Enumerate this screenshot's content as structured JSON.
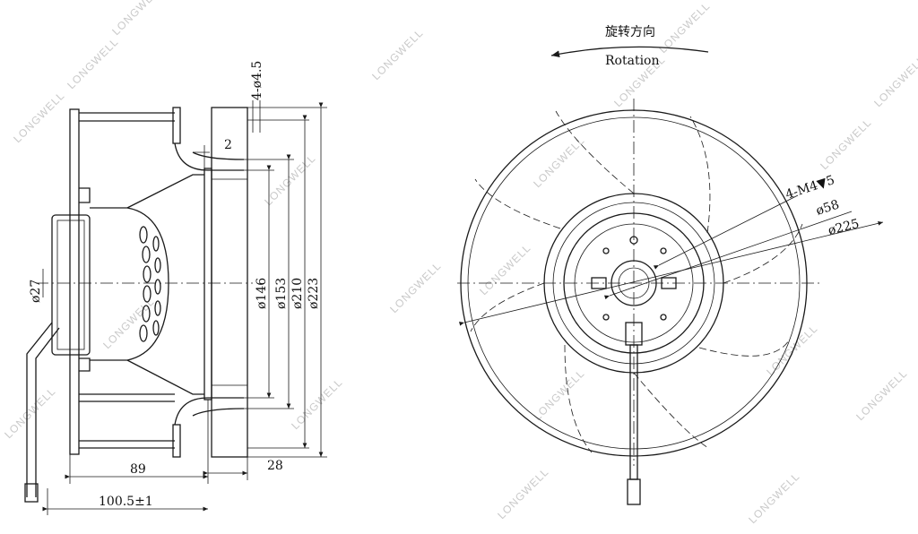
{
  "watermark": "LONGWELL",
  "side_view": {
    "dim_hole": "4-ø4.5",
    "dim_2": "2",
    "dim_27": "ø27",
    "dim_146": "ø146",
    "dim_153": "ø153",
    "dim_210": "ø210",
    "dim_223": "ø223",
    "dim_89": "89",
    "dim_28": "28",
    "dim_total": "100.5±1"
  },
  "front_view": {
    "rotation_cn": "旋转方向",
    "rotation_en": "Rotation",
    "dim_screw": "4-M4▼5",
    "dim_58": "ø58",
    "dim_225": "ø225"
  }
}
